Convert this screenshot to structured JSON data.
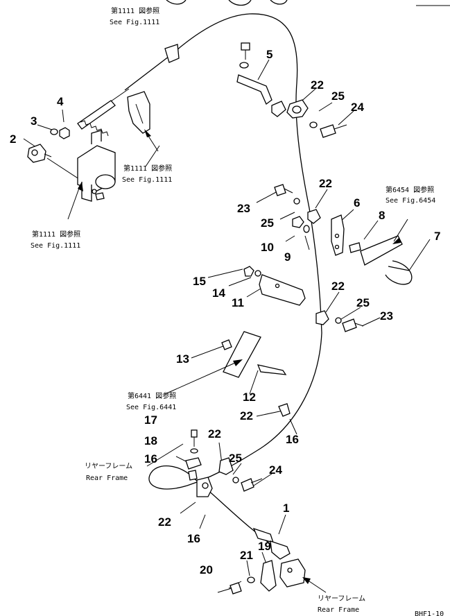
{
  "callouts": [
    {
      "id": "c5",
      "text": "5"
    },
    {
      "id": "c4",
      "text": "4"
    },
    {
      "id": "c3",
      "text": "3"
    },
    {
      "id": "c2",
      "text": "2"
    },
    {
      "id": "c22a",
      "text": "22"
    },
    {
      "id": "c25a",
      "text": "25"
    },
    {
      "id": "c24a",
      "text": "24"
    },
    {
      "id": "c22b",
      "text": "22"
    },
    {
      "id": "c23a",
      "text": "23"
    },
    {
      "id": "c6",
      "text": "6"
    },
    {
      "id": "c8",
      "text": "8"
    },
    {
      "id": "c7",
      "text": "7"
    },
    {
      "id": "c25b",
      "text": "25"
    },
    {
      "id": "c10",
      "text": "10"
    },
    {
      "id": "c9",
      "text": "9"
    },
    {
      "id": "c15",
      "text": "15"
    },
    {
      "id": "c14",
      "text": "14"
    },
    {
      "id": "c11",
      "text": "11"
    },
    {
      "id": "c22c",
      "text": "22"
    },
    {
      "id": "c25c",
      "text": "25"
    },
    {
      "id": "c23b",
      "text": "23"
    },
    {
      "id": "c13",
      "text": "13"
    },
    {
      "id": "c12",
      "text": "12"
    },
    {
      "id": "c22d",
      "text": "22"
    },
    {
      "id": "c16a",
      "text": "16"
    },
    {
      "id": "c17",
      "text": "17"
    },
    {
      "id": "c18",
      "text": "18"
    },
    {
      "id": "c22e",
      "text": "22"
    },
    {
      "id": "c16b",
      "text": "16"
    },
    {
      "id": "c25d",
      "text": "25"
    },
    {
      "id": "c24b",
      "text": "24"
    },
    {
      "id": "c22f",
      "text": "22"
    },
    {
      "id": "c16c",
      "text": "16"
    },
    {
      "id": "c1",
      "text": "1"
    },
    {
      "id": "c19",
      "text": "19"
    },
    {
      "id": "c21",
      "text": "21"
    },
    {
      "id": "c20",
      "text": "20"
    }
  ],
  "references": {
    "fig1111_top_jp": "第1111 図参照",
    "fig1111_top_en": "See Fig.1111",
    "fig1111_mid_jp": "第1111 図参照",
    "fig1111_mid_en": "See Fig.1111",
    "fig1111_left_jp": "第1111 図参照",
    "fig1111_left_en": "See Fig.1111",
    "fig6454_jp": "第6454 図参照",
    "fig6454_en": "See Fig.6454",
    "fig6441_jp": "第6441 図参照",
    "fig6441_en": "See Fig.6441",
    "rear_frame_left_jp": "リヤーフレーム",
    "rear_frame_left_en": "Rear Frame",
    "rear_frame_right_jp": "リヤーフレーム",
    "rear_frame_right_en": "Rear Frame"
  },
  "drawing_code": "BHF1-10"
}
